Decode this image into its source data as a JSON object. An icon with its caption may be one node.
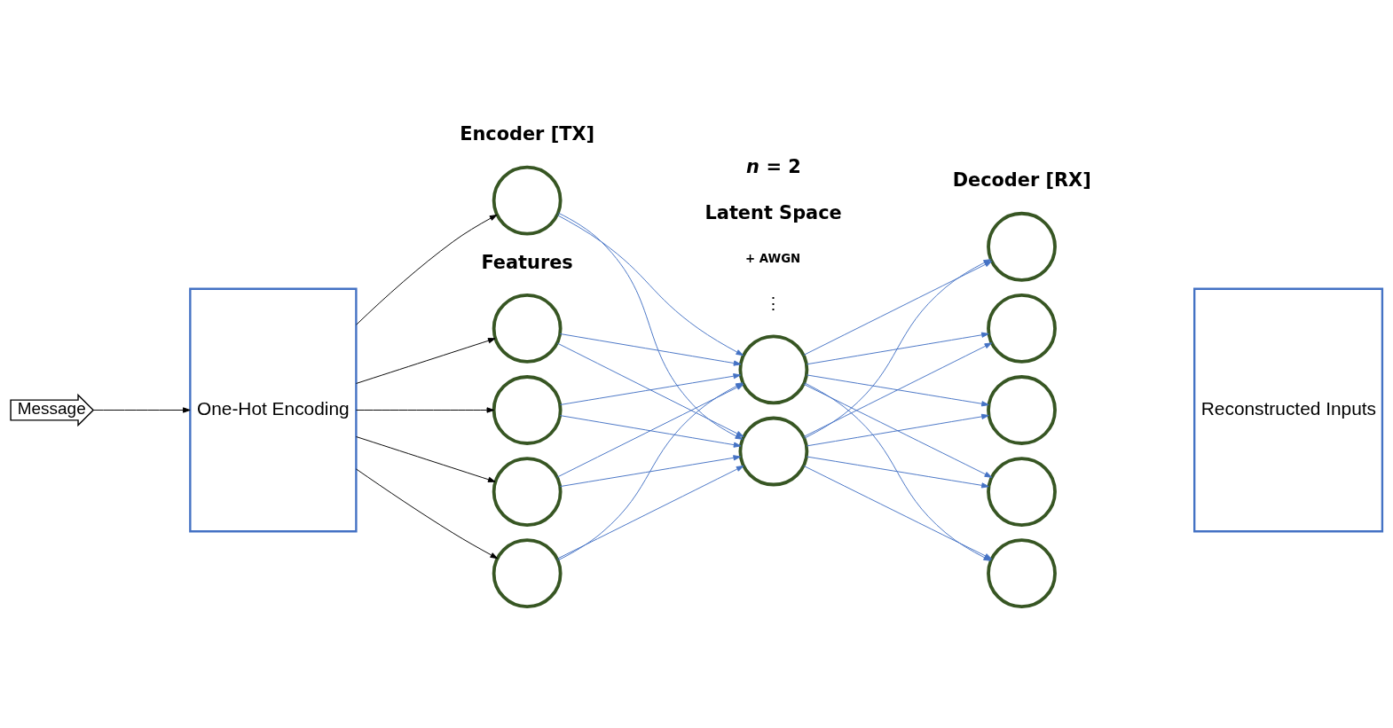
{
  "diagram": {
    "nodes": [
      {
        "text": [
          "Message"
        ]
      },
      {
        "text": [
          "One-Hot Encoding"
        ]
      },
      {
        "text": [],
        "shape": "circle"
      },
      {
        "text": [],
        "shape": "circle"
      },
      {
        "text": [],
        "shape": "circle"
      },
      {
        "text": [],
        "shape": "circle"
      },
      {
        "text": [],
        "shape": "circle",
        "beside": [
          "Features"
        ]
      },
      {
        "text": [],
        "shape": "circle"
      },
      {
        "text": [],
        "shape": "circle"
      },
      {
        "text": [],
        "shape": "circle"
      },
      {
        "text": [],
        "shape": "circle"
      },
      {
        "text": [],
        "shape": "circle"
      },
      {
        "text": [],
        "shape": "circle"
      },
      {
        "text": [],
        "shape": "circle"
      },
      {
        "text": [
          "Reconstructed Inputs"
        ]
      }
    ],
    "edges": [
      {
        "from": 0,
        "to": 1,
        "arrow": "to",
        "color": "#000000"
      },
      {
        "from": 1,
        "to": 2,
        "arrow": "to",
        "color": "#000000"
      },
      {
        "from": 1,
        "to": 3,
        "arrow": "to",
        "color": "#000000"
      },
      {
        "from": 1,
        "to": 4,
        "arrow": "to",
        "color": "#000000"
      },
      {
        "from": 1,
        "to": 5,
        "arrow": "to",
        "color": "#000000"
      },
      {
        "from": 1,
        "to": 6,
        "arrow": "to",
        "color": "#000000"
      },
      {
        "from": 2,
        "to": 7,
        "arrow": "to"
      },
      {
        "from": 2,
        "to": 8,
        "arrow": "to"
      },
      {
        "from": 3,
        "to": 7,
        "arrow": "to"
      },
      {
        "from": 3,
        "to": 8,
        "arrow": "to"
      },
      {
        "from": 4,
        "to": 7,
        "arrow": "to"
      },
      {
        "from": 4,
        "to": 8,
        "arrow": "to"
      },
      {
        "from": 5,
        "to": 7,
        "arrow": "to"
      },
      {
        "from": 5,
        "to": 8,
        "arrow": "to"
      },
      {
        "from": 6,
        "to": 7,
        "arrow": "to"
      },
      {
        "from": 6,
        "to": 8,
        "arrow": "to"
      },
      {
        "from": 7,
        "to": 9,
        "arrow": "to"
      },
      {
        "from": 7,
        "to": 10,
        "arrow": "to"
      },
      {
        "from": 7,
        "to": 11,
        "arrow": "to"
      },
      {
        "from": 7,
        "to": 12,
        "arrow": "to"
      },
      {
        "from": 7,
        "to": 13,
        "arrow": "to"
      },
      {
        "from": 8,
        "to": 9,
        "arrow": "to"
      },
      {
        "from": 8,
        "to": 10,
        "arrow": "to"
      },
      {
        "from": 8,
        "to": 11,
        "arrow": "to"
      },
      {
        "from": 8,
        "to": 12,
        "arrow": "to"
      },
      {
        "from": 8,
        "to": 13,
        "arrow": "to"
      }
    ],
    "labels": [
      "Encoder [TX]",
      "Decoder [RX]",
      "⋮",
      "+ AWGN",
      "Latent Space",
      "*n* = 2"
    ]
  }
}
